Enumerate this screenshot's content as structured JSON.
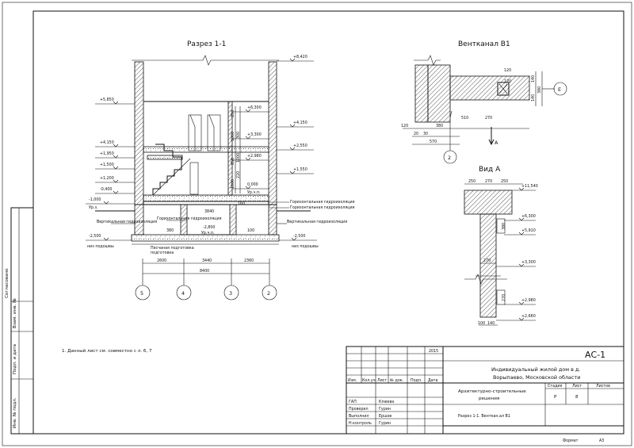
{
  "section": {
    "title": "Разрез 1-1",
    "levels_right": [
      "+8,420",
      "+6,300",
      "+4,150",
      "+3,300",
      "+2,550",
      "+2,980",
      "+1,550",
      "0,000",
      "Ур.ч.п.",
      "-2,500",
      "низ подошвы"
    ],
    "levels_left": [
      "+5,850",
      "+4,150",
      "+1,950",
      "+1,500",
      "+1,200",
      "-0,400",
      "-1,000",
      "Ур.з.",
      "-2,500",
      "низ подошвы"
    ],
    "callouts": [
      "Горизонтальная гидроизоляция",
      "Горизонтальная гидроизоляция",
      "Вертикальная гидроизоляция",
      "Вертикальная гидроизоляция",
      "Песчаная подготовка"
    ],
    "inner_texts": [
      "-2,800",
      "Ур.ч.п.",
      "3840",
      "380",
      "100",
      "160",
      "850",
      "1000",
      "300",
      "850",
      "1000",
      "1000",
      "220"
    ],
    "dims_bottom": [
      "2600",
      "3440",
      "2360"
    ],
    "dim_total": "8400",
    "axes": [
      "5",
      "4",
      "3",
      "2"
    ]
  },
  "ventkanal": {
    "title": "Вентканал В1",
    "dims": [
      "120",
      "380",
      "510",
      "270",
      "120",
      "20",
      "30",
      "570",
      "120",
      "140",
      "380",
      "140"
    ],
    "axis_right": "Е",
    "axis_bottom": "2",
    "arrow_label": "А"
  },
  "vid": {
    "title": "Вид А",
    "dims_top": [
      "250",
      "270",
      "250"
    ],
    "mid_dim": "270",
    "bottom_dims": [
      "100",
      "140"
    ],
    "side_dims": [
      "380",
      "270"
    ],
    "levels": [
      "+11,540",
      "+6,300",
      "+5,910",
      "+3,300",
      "+2,980",
      "+2,660"
    ]
  },
  "note": "1. Данный лист см. совместно с л. 6, 7",
  "side_stamp": [
    "Согласовано",
    "Взам. инв. №",
    "Подп. и дата",
    "Инв. № подл."
  ],
  "title_block": {
    "code": "АС-1",
    "year": "2015",
    "object": [
      "Индивидуальный жилой дом в д.",
      "Ворыпаево, Московской области"
    ],
    "stage_section": [
      "Архитектурно-строительные",
      "решения"
    ],
    "sheet_name": "Разрез 1-1. Венткан.ал В1",
    "headers": [
      "Изм.",
      "Кол.уч.",
      "Лист",
      "№ док.",
      "Подп.",
      "Дата"
    ],
    "stage_headers": [
      "Стадия",
      "Лист",
      "Листов"
    ],
    "stage_values": [
      "Р",
      "8",
      ""
    ],
    "roles": [
      {
        "role": "ГАП",
        "name": "Клюева"
      },
      {
        "role": "Проверил",
        "name": "Гурин"
      },
      {
        "role": "Выполнил",
        "name": "Ершов"
      },
      {
        "role": "Н.контроль",
        "name": "Гурин"
      }
    ],
    "format_label": "Формат",
    "format_value": "А3"
  }
}
